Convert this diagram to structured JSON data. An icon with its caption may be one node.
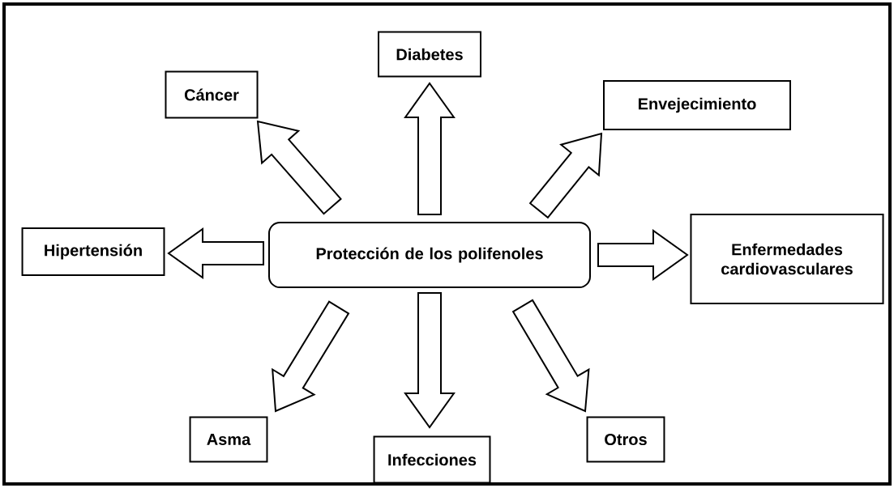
{
  "diagram": {
    "nodes": [
      {
        "text": [
          "Protección de los polifenoles"
        ]
      },
      {
        "text": [
          "Cáncer"
        ]
      },
      {
        "text": [
          "Diabetes"
        ]
      },
      {
        "text": [
          "Envejecimiento"
        ]
      },
      {
        "text": [
          "Hipertensión"
        ]
      },
      {
        "text": [
          "Enfermedades cardiovasculares"
        ]
      },
      {
        "text": [
          "Asma"
        ]
      },
      {
        "text": [
          "Infecciones"
        ]
      },
      {
        "text": [
          "Otros"
        ]
      }
    ],
    "edges": [
      {
        "from": 0,
        "to": 1,
        "arrow": "to"
      },
      {
        "from": 0,
        "to": 2,
        "arrow": "to"
      },
      {
        "from": 0,
        "to": 3,
        "arrow": "to"
      },
      {
        "from": 0,
        "to": 4,
        "arrow": "to"
      },
      {
        "from": 0,
        "to": 5,
        "arrow": "to"
      },
      {
        "from": 0,
        "to": 6,
        "arrow": "to"
      },
      {
        "from": 0,
        "to": 7,
        "arrow": "to"
      },
      {
        "from": 0,
        "to": 8,
        "arrow": "to"
      }
    ]
  }
}
